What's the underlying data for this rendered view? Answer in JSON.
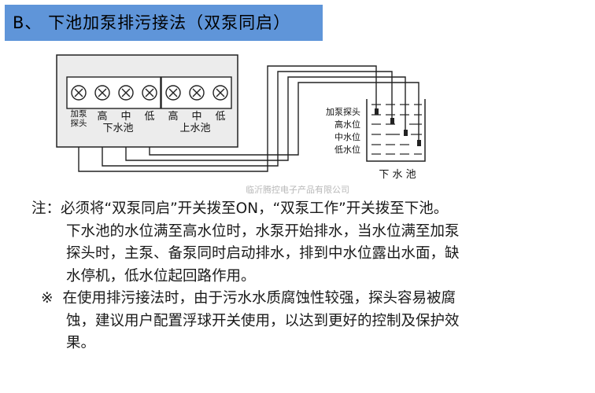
{
  "title": "B、  下池加泵排污接法（双泵同启）",
  "controller": {
    "lower_group": [
      "加泵\n探头",
      "高",
      "中",
      "低"
    ],
    "lower_group_label": "下水池",
    "upper_group": [
      "高",
      "中",
      "低"
    ],
    "upper_group_label": "上水池"
  },
  "tank": {
    "probe_labels": [
      "加泵探头",
      "高水位",
      "中水位",
      "低水位"
    ],
    "caption": "下 水 池"
  },
  "watermark": "临沂腾控电子产品有限公司",
  "notes": {
    "note_prefix": "注：",
    "note_lines": [
      "必须将“双泵同启”开关拨至ON，“双泵工作”开关拨至下池。",
      "下水池的水位满至高水位时，水泵开始排水，当水位满至加泵",
      "探头时，主泵、备泵同时启动排水，排到中水位露出水面，缺",
      "水停机，低水位起回路作用。"
    ],
    "mark": "※",
    "mark_lines": [
      "在使用排污接法时，由于污水水质腐蚀性较强，探头容易被腐",
      "蚀，建议用户配置浮球开关使用，以达到更好的控制及保护效",
      "果。"
    ]
  }
}
